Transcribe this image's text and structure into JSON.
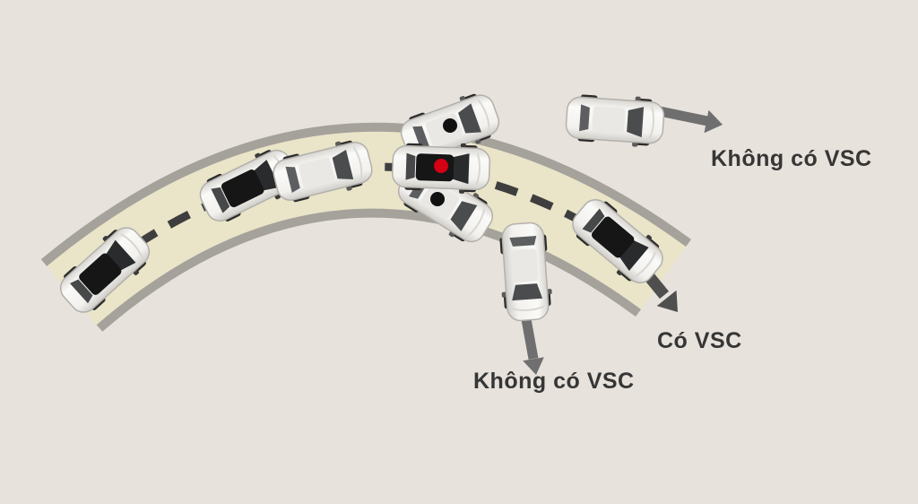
{
  "diagram": {
    "title_meaning": "Vehicle Stability Control (VSC) comparison on a curve",
    "annotations": {
      "understeer_label": "Không có VSC",
      "vsc_label": "Có VSC",
      "oversteer_label": "Không có VSC"
    },
    "colors": {
      "background": "#e7e2db",
      "road_fill": "#eae4c8",
      "road_edge": "#a5a19b",
      "center_dash": "#3e3e3e",
      "arrow_gray": "#6f6f6f",
      "arrow_dark": "#4f4f4f",
      "vsc_dot_red": "#d40013",
      "skid_dot_black": "#111111",
      "label_text": "#363636",
      "car_body": "#f4f3f1",
      "car_roof_black": "#161616"
    }
  }
}
